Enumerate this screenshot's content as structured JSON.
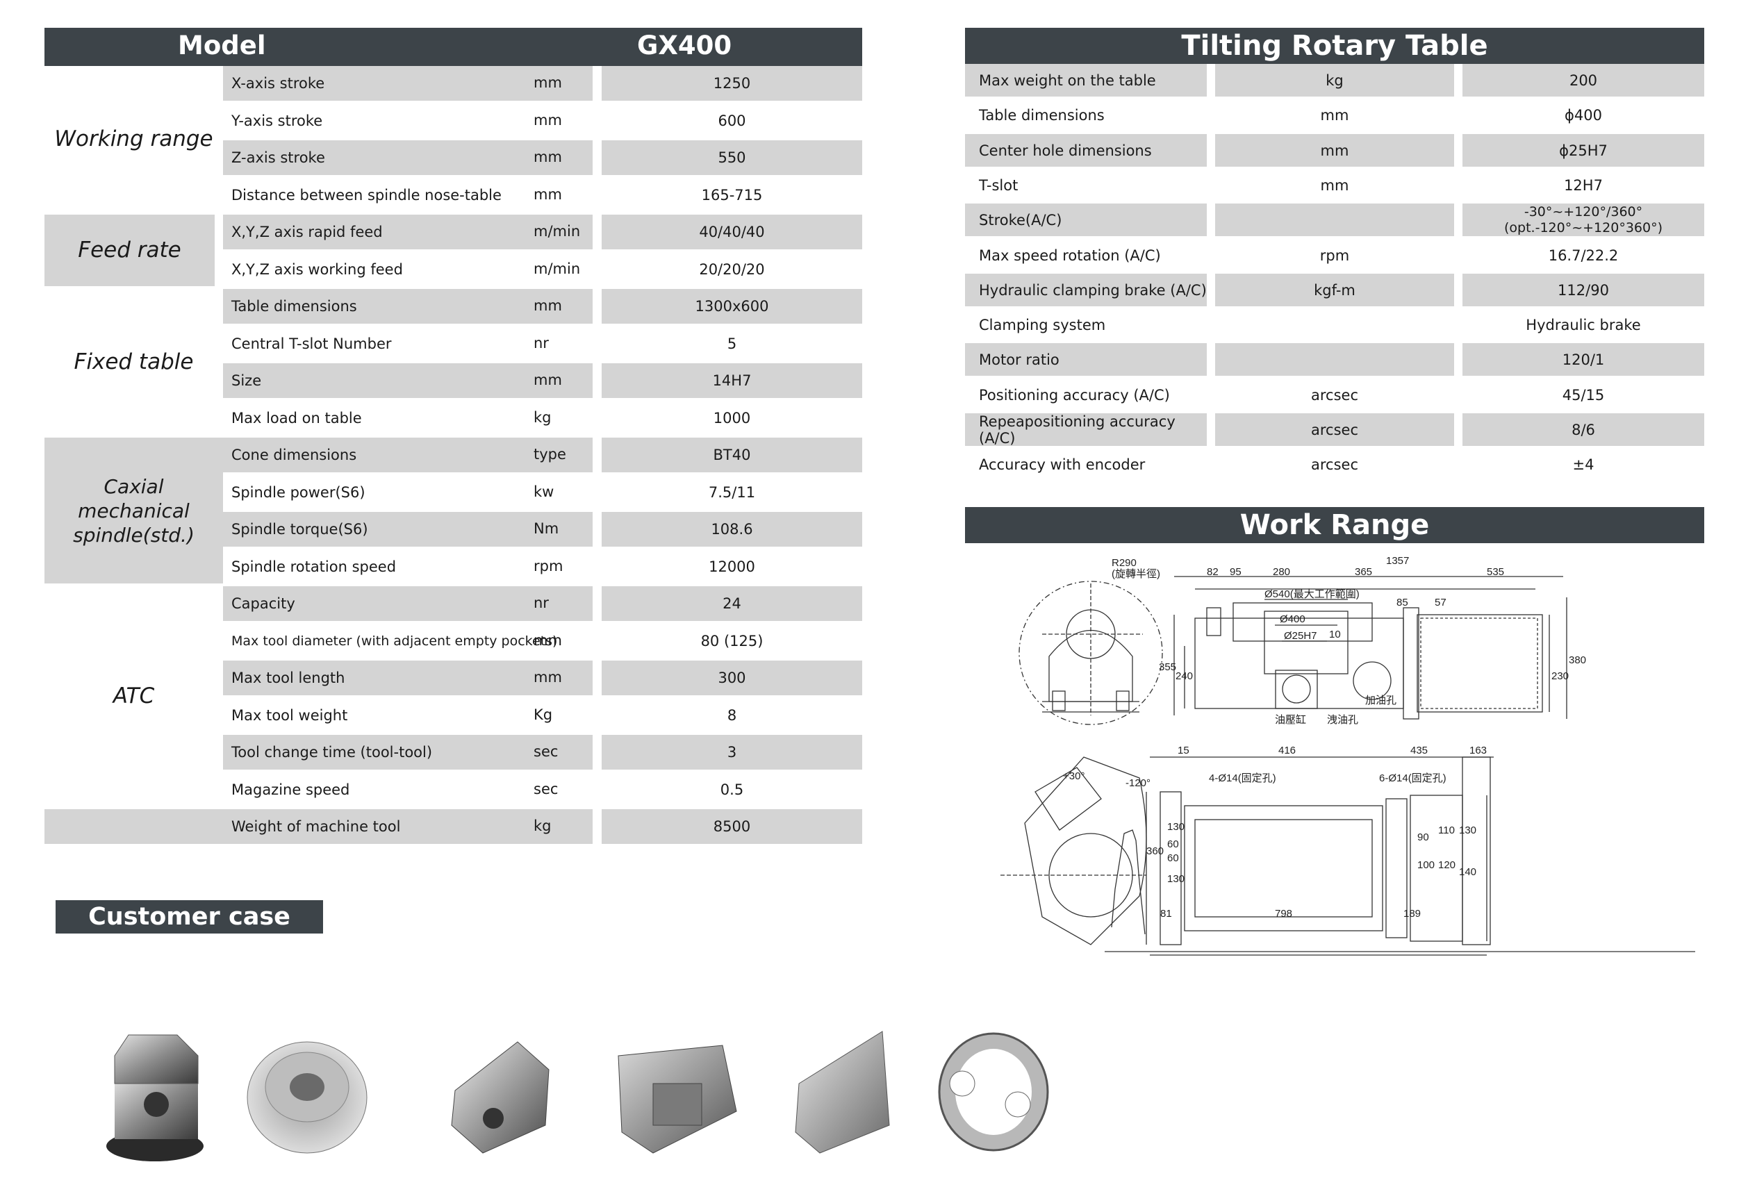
{
  "left_table": {
    "header": {
      "model_label": "Model",
      "model_value": "GX400"
    },
    "groups": [
      {
        "label": "Working range",
        "shaded": false
      },
      {
        "label": "Feed rate",
        "shaded": true
      },
      {
        "label": "Fixed table",
        "shaded": false
      },
      {
        "label": "Caxial mechanical spindle(std.)",
        "shaded": true
      },
      {
        "label": "ATC",
        "shaded": false
      }
    ],
    "rows": [
      {
        "item": "X-axis stroke",
        "unit": "mm",
        "value": "1250"
      },
      {
        "item": "Y-axis stroke",
        "unit": "mm",
        "value": "600"
      },
      {
        "item": "Z-axis stroke",
        "unit": "mm",
        "value": "550"
      },
      {
        "item": "Distance between spindle nose-table",
        "unit": "mm",
        "value": "165-715"
      },
      {
        "item": "X,Y,Z axis rapid feed",
        "unit": "m/min",
        "value": "40/40/40"
      },
      {
        "item": "X,Y,Z axis working feed",
        "unit": "m/min",
        "value": "20/20/20"
      },
      {
        "item": "Table dimensions",
        "unit": "mm",
        "value": "1300x600"
      },
      {
        "item": "Central T-slot Number",
        "unit": "nr",
        "value": "5"
      },
      {
        "item": "Size",
        "unit": "mm",
        "value": "14H7"
      },
      {
        "item": "Max load on table",
        "unit": "kg",
        "value": "1000"
      },
      {
        "item": "Cone dimensions",
        "unit": "type",
        "value": "BT40"
      },
      {
        "item": "Spindle power(S6)",
        "unit": "kw",
        "value": "7.5/11"
      },
      {
        "item": "Spindle torque(S6)",
        "unit": "Nm",
        "value": "108.6"
      },
      {
        "item": "Spindle rotation speed",
        "unit": "rpm",
        "value": "12000"
      },
      {
        "item": "Capacity",
        "unit": "nr",
        "value": "24"
      },
      {
        "item": "Max tool diameter (with adjacent empty pockets)",
        "unit": "mm",
        "value": "80 (125)"
      },
      {
        "item": "Max  tool length",
        "unit": "mm",
        "value": "300"
      },
      {
        "item": "Max  tool weight",
        "unit": "Kg",
        "value": "8"
      },
      {
        "item": "Tool change time (tool-tool)",
        "unit": "sec",
        "value": "3"
      },
      {
        "item": "Magazine speed",
        "unit": "sec",
        "value": "0.5"
      },
      {
        "item": "Weight of machine tool",
        "unit": "kg",
        "value": "8500"
      }
    ]
  },
  "right_table": {
    "title": "Tilting Rotary Table",
    "rows": [
      {
        "item": "Max weight on the table",
        "unit": "kg",
        "value": "200"
      },
      {
        "item": "Table dimensions",
        "unit": "mm",
        "value": "ϕ400"
      },
      {
        "item": "Center hole dimensions",
        "unit": "mm",
        "value": "ϕ25H7"
      },
      {
        "item": "T-slot",
        "unit": "mm",
        "value": "12H7"
      },
      {
        "item": "Stroke(A/C)",
        "unit": "",
        "value": "-30°~+120°/360°",
        "value2": "(opt.-120°~+120°360°)"
      },
      {
        "item": "Max speed rotation  (A/C)",
        "unit": "rpm",
        "value": "16.7/22.2"
      },
      {
        "item": "Hydraulic clamping brake (A/C)",
        "unit": "kgf-m",
        "value": "112/90"
      },
      {
        "item": "Clamping system",
        "unit": "",
        "value": "Hydraulic brake"
      },
      {
        "item": "Motor ratio",
        "unit": "",
        "value": "120/1"
      },
      {
        "item": "Positioning accuracy (A/C)",
        "unit": "arcsec",
        "value": "45/15"
      },
      {
        "item": "Repeapositioning accuracy (A/C)",
        "unit": "arcsec",
        "value": "8/6"
      },
      {
        "item": "Accuracy with encoder",
        "unit": "arcsec",
        "value": "±4"
      }
    ]
  },
  "work_range": {
    "title": "Work Range",
    "dims_top": [
      "R290",
      "(旋轉半徑)",
      "82",
      "95",
      "280",
      "365",
      "535",
      "1357",
      "Ø540(最大工作範圍)",
      "Ø400",
      "Ø25H7",
      "10",
      "85",
      "57",
      "355",
      "240",
      "230",
      "380",
      "油壓缸",
      "洩油孔",
      "加油孔"
    ],
    "dims_bottom": [
      "15",
      "416",
      "435",
      "163",
      "4-Ø14(固定孔)",
      "6-Ø14(固定孔)",
      "+30°",
      "-120°",
      "130",
      "60",
      "60",
      "360",
      "130",
      "90",
      "100",
      "110",
      "120",
      "130",
      "140",
      "81",
      "798",
      "189"
    ]
  },
  "customer_case": {
    "title": "Customer case"
  }
}
